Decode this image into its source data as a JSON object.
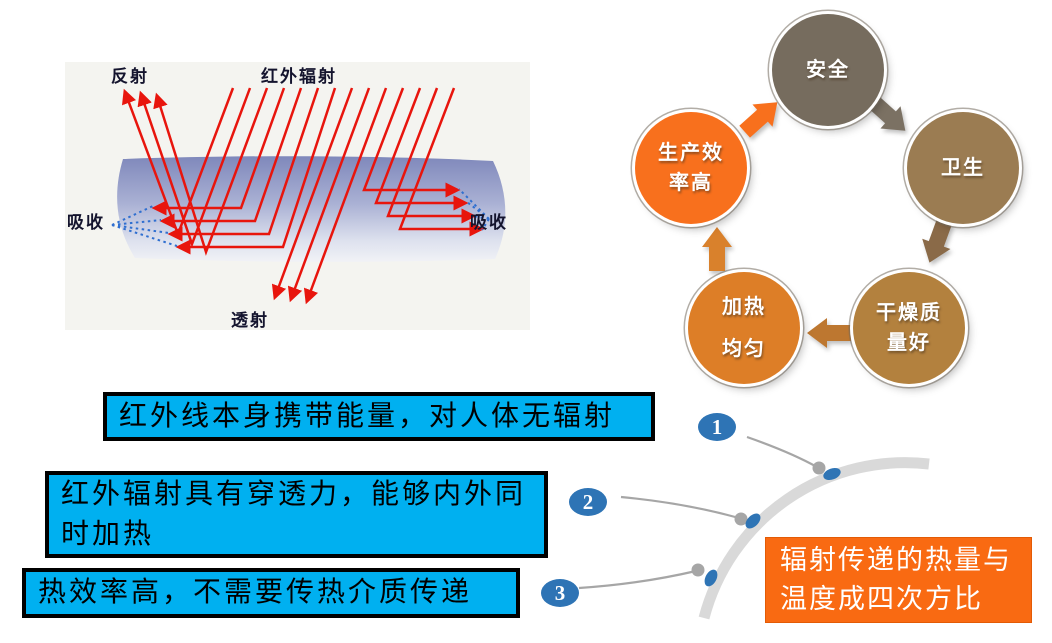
{
  "slide": {
    "background": "#ffffff"
  },
  "physics_diagram": {
    "labels": {
      "reflection": "反射",
      "infrared": "红外辐射",
      "absorb_left": "吸收",
      "absorb_right": "吸收",
      "transmission": "透射"
    },
    "ray_color": "#e8150d",
    "absorb_dotted_color": "#2f6fd0",
    "background": "#f4f4f0"
  },
  "cycle": {
    "items": [
      {
        "label": "安全",
        "color": "#766c5e"
      },
      {
        "label": "卫生",
        "color": "#9b7c52"
      },
      {
        "label": "干燥质\n量好",
        "color": "#b3813e"
      },
      {
        "label": "加热\n均匀",
        "color": "#dd7e27"
      },
      {
        "label": "生产效\n率高",
        "color": "#f8701d"
      }
    ],
    "arrows": [
      {
        "from": "生产效率高",
        "to": "安全",
        "color": "#f8701d"
      },
      {
        "from": "安全",
        "to": "卫生",
        "color": "#7b7163"
      },
      {
        "from": "卫生",
        "to": "干燥质量好",
        "color": "#8a6a48"
      },
      {
        "from": "干燥质量好",
        "to": "加热均匀",
        "color": "#bd7730"
      },
      {
        "from": "加热均匀",
        "to": "生产效率高",
        "color": "#d9812c"
      }
    ]
  },
  "callouts": {
    "box_fill": "#00b0f0",
    "box_border": "#000000",
    "bullet_color": "#2e74b5",
    "connector_color": "#a6a6a6",
    "arc_color": "#d9d9d9",
    "boxes": [
      {
        "number": "1",
        "text": "红外线本身携带能量，对人体无辐射"
      },
      {
        "number": "2",
        "text": "红外辐射具有穿透力，能够内外同时加热"
      },
      {
        "number": "3",
        "text": "热效率高，不需要传热介质传递"
      }
    ]
  },
  "note": {
    "text": "辐射传递的热量与温度成四次方比",
    "fill": "#f96a12",
    "text_color": "#ffffff"
  }
}
